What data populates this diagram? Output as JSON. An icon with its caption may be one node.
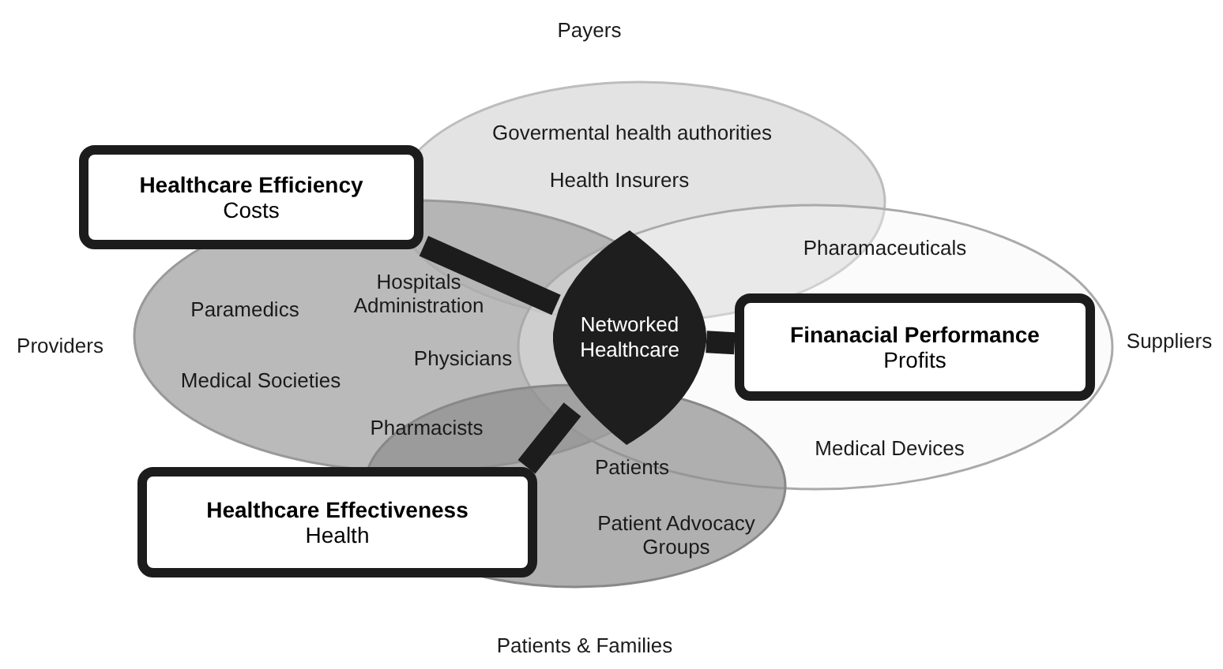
{
  "diagram": {
    "nodes": [
      {
        "text": [
          "Networked Healthcare"
        ]
      },
      {
        "text": [
          "Healthcare Efficiency",
          "Costs"
        ]
      },
      {
        "text": [
          "Finanacial Performance",
          "Profits"
        ]
      },
      {
        "text": [
          "Healthcare Effectiveness",
          "Health"
        ]
      }
    ],
    "edges": [
      {
        "from": 0,
        "to": 1,
        "arrow": "none"
      },
      {
        "from": 0,
        "to": 2,
        "arrow": "none"
      },
      {
        "from": 0,
        "to": 3,
        "arrow": "none"
      }
    ],
    "labels": [
      "Payers",
      "Govermental health authorities",
      "Health Insurers",
      "Pharamaceuticals",
      "Paramedics",
      "Hospitals Administration",
      "Providers",
      "Suppliers",
      "Physicians",
      "Medical Societies",
      "Pharmacists",
      "Patients",
      "Medical Devices",
      "Patient Advocacy Groups",
      "Patients & Families"
    ]
  }
}
